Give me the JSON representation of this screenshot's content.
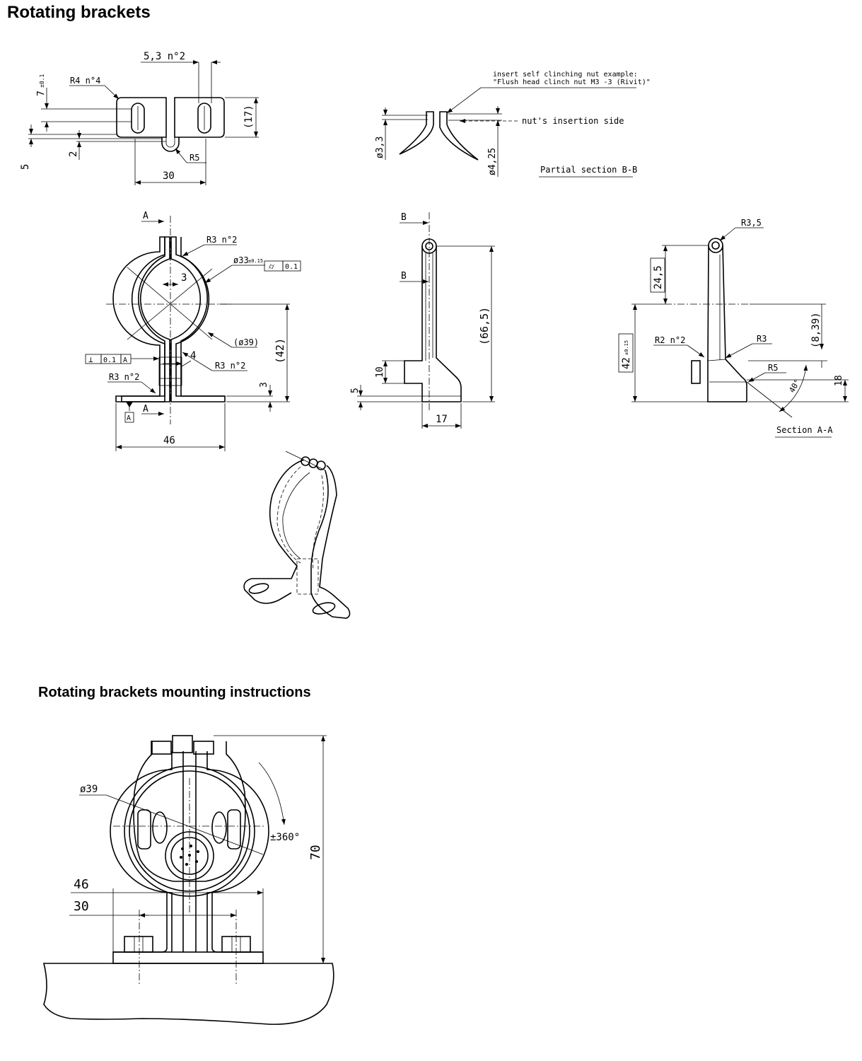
{
  "headings": {
    "main": "Rotating brackets",
    "mounting": "Rotating brackets mounting instructions"
  },
  "top_view": {
    "dim_slot": "5,3 n°2",
    "dim_r4": "R4 n°4",
    "dim_7": "7",
    "dim_7_tol": "±0.1",
    "dim_17": "(17)",
    "dim_5": "5",
    "dim_2": "2",
    "dim_r5": "R5",
    "dim_30": "30"
  },
  "section_bb": {
    "note_line1": "insert self clinching nut example:",
    "note_line2": "\"Flush head clinch nut M3 -3 (Rivit)\"",
    "insertion_side": "nut's insertion side",
    "dim_d33": "ø3,3",
    "dim_d425": "ø4,25",
    "label": "Partial section B-B"
  },
  "front_view": {
    "mark_a": "A",
    "dim_r3_top": "R3 n°2",
    "dim_d33": "ø33",
    "dim_d33_tol": "±0.15",
    "flat_symbol": "⌭",
    "flat_tol": "0.1",
    "dim_3": "3",
    "dim_42": "(42)",
    "dim_d39": "(ø39)",
    "dim_r3_mid": "R3 n°2",
    "perp_symbol": "⊥",
    "perp_tol": "0.1",
    "datum": "A",
    "dim_4": "4",
    "dim_r3_low": "R3 n°2",
    "dim_3b": "3",
    "dim_46": "46"
  },
  "side_view": {
    "mark_b": "B",
    "dim_665": "(66,5)",
    "dim_10": "10",
    "dim_5": "5",
    "dim_17": "17"
  },
  "section_aa": {
    "dim_r35": "R3,5",
    "dim_245": "24,5",
    "dim_42": "42",
    "dim_42_tol": "±0.15",
    "dim_r2": "R2 n°2",
    "dim_r3": "R3",
    "dim_839": "(8,39)",
    "dim_r5": "R5",
    "dim_40": "40°",
    "dim_18": "18",
    "label": "Section A-A"
  },
  "mounting": {
    "dim_d39": "ø39",
    "dim_360": "±360°",
    "dim_70": "70",
    "dim_46": "46",
    "dim_30": "30"
  }
}
